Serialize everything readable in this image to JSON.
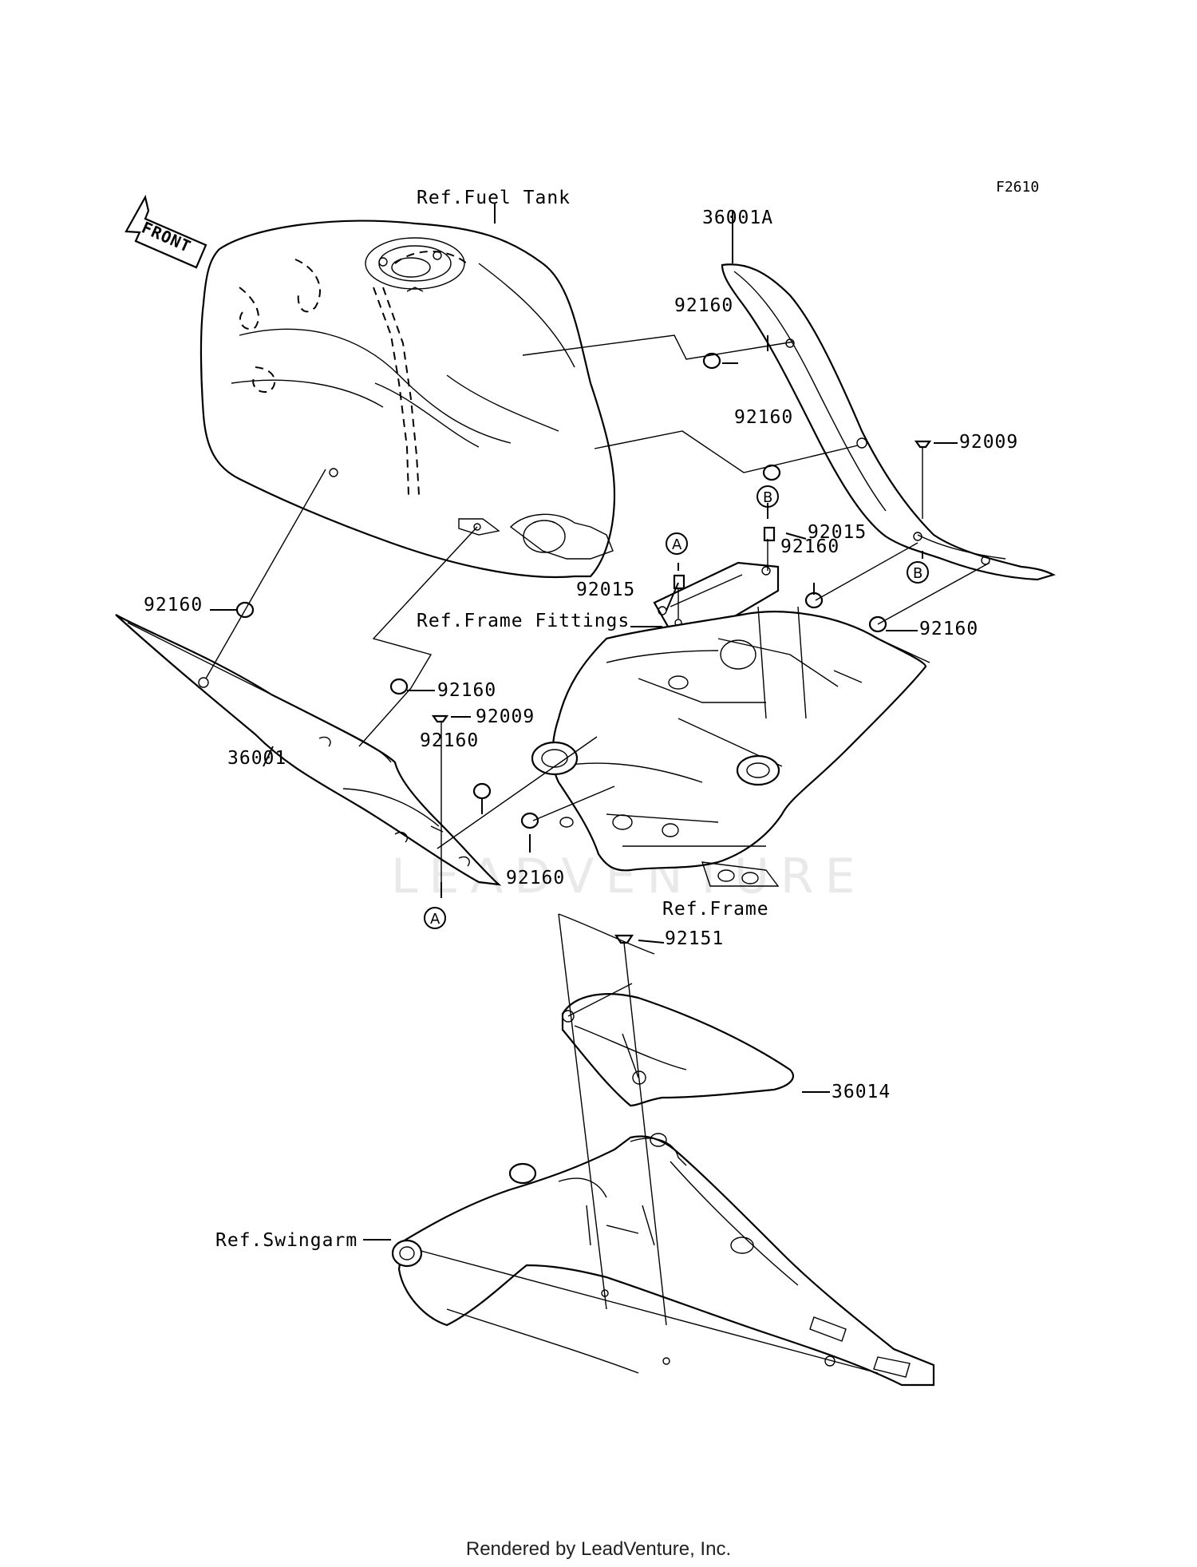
{
  "figure_id": "F2610",
  "front_arrow": "FRONT",
  "watermark": "LEADVENTURE",
  "refs": {
    "fuel_tank": "Ref.Fuel Tank",
    "frame_fittings": "Ref.Frame Fittings",
    "frame": "Ref.Frame",
    "swingarm": "Ref.Swingarm"
  },
  "parts": {
    "p36001A": "36001A",
    "p36001": "36001",
    "p36014": "36014",
    "p92160_a": "92160",
    "p92160_b": "92160",
    "p92160_c": "92160",
    "p92160_d": "92160",
    "p92160_e": "92160",
    "p92160_f": "92160",
    "p92160_g": "92160",
    "p92160_h": "92160",
    "p92009_a": "92009",
    "p92009_b": "92009",
    "p92015_a": "92015",
    "p92015_b": "92015",
    "p92151": "92151"
  },
  "callouts": {
    "a_top": "A",
    "a_bottom": "A",
    "b_top": "B",
    "b_bottom": "B"
  },
  "footer": "Rendered by LeadVenture, Inc."
}
